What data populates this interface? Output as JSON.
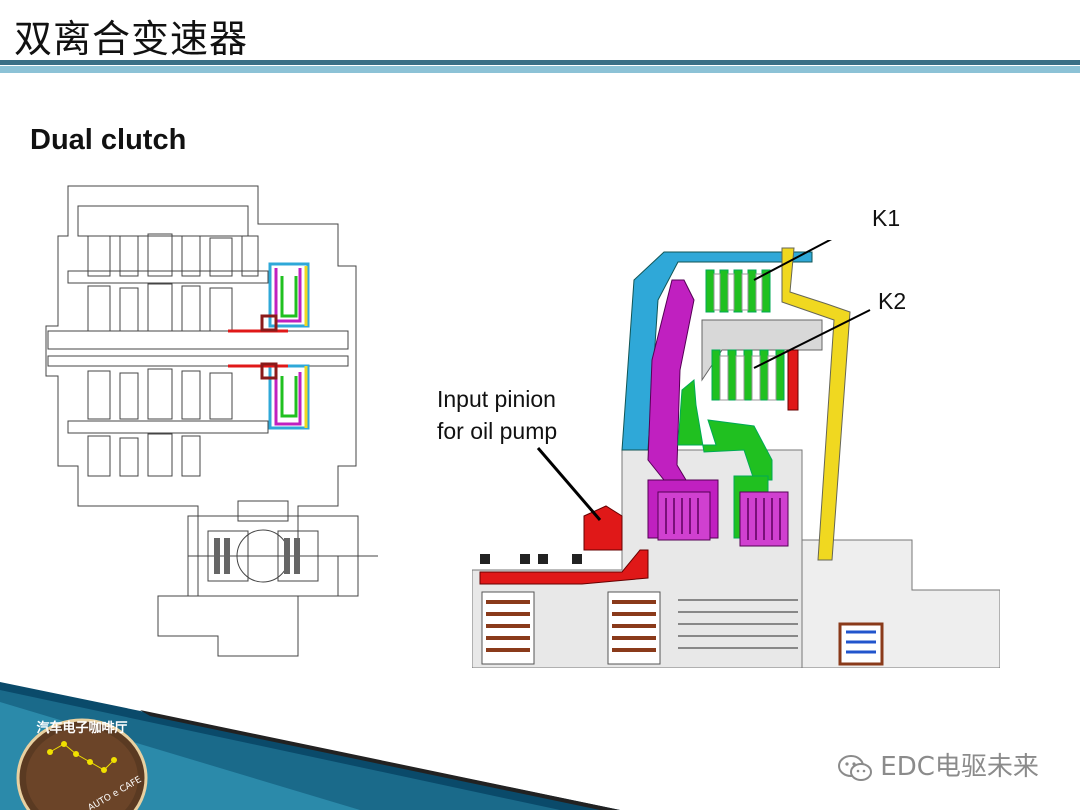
{
  "slide": {
    "title": "双离合变速器",
    "subtitle": "Dual clutch"
  },
  "diagram": {
    "label_k1": "K1",
    "label_k2": "K2",
    "label_input_line1": "Input pinion",
    "label_input_line2": "for oil pump"
  },
  "footer": {
    "badge_text": "汽车电子咖啡厅",
    "badge_sub": "AUTO e CAFE",
    "watermark": "EDC电驱未来",
    "watermark_icon": "wechat-icon"
  },
  "colors": {
    "header_rule_dark": "#3a6f86",
    "header_rule_light": "#8cc2d6",
    "housing_blue": "#2fa8d8",
    "clutch_purple": "#c020c0",
    "clutch_green": "#20c020",
    "plates_yellow": "#f0d820",
    "oil_red": "#e01818",
    "bearing_brown": "#8a3a1a"
  }
}
